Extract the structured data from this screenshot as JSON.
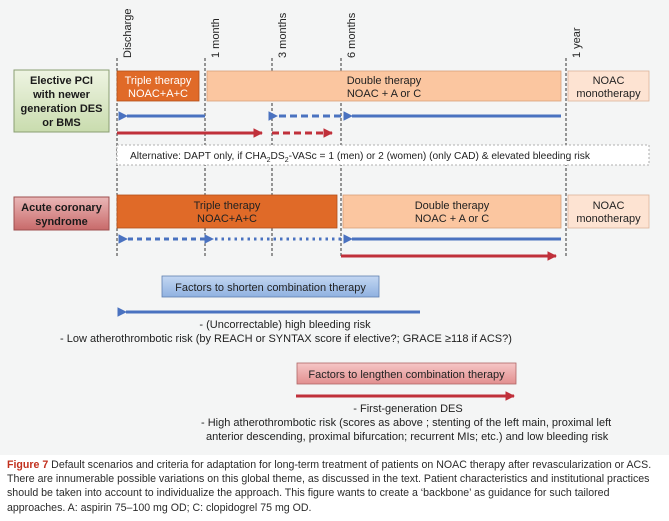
{
  "timeline": {
    "discharge": "Discharge",
    "m1": "1 month",
    "m3": "3 months",
    "m6": "6 months",
    "y1": "1 year"
  },
  "pci": {
    "label_l1": "Elective PCI",
    "label_l2": "with newer",
    "label_l3": "generation DES",
    "label_l4": "or BMS",
    "triple_title": "Triple therapy",
    "triple_sub": "NOAC+A+C",
    "double_title": "Double therapy",
    "double_sub": "NOAC + A or C",
    "noac_l1": "NOAC",
    "noac_l2": "monotherapy"
  },
  "alternative": {
    "pre": "Alternative: DAPT only, if CHA",
    "sub1": "2",
    "mid1": "DS",
    "sub2": "2",
    "post": "-VASc = 1 (men) or 2 (women) (only CAD) & elevated bleeding risk"
  },
  "acs": {
    "label_l1": "Acute coronary",
    "label_l2": "syndrome",
    "triple_title": "Triple therapy",
    "triple_sub": "NOAC+A+C",
    "double_title": "Double therapy",
    "double_sub": "NOAC + A or C",
    "noac_l1": "NOAC",
    "noac_l2": "monotherapy"
  },
  "shorten": {
    "title": "Factors to shorten combination therapy",
    "line1": "- (Uncorrectable) high bleeding risk",
    "line2": "- Low atherothrombotic risk (by REACH or SYNTAX score if elective?; GRACE ≥118 if ACS?)"
  },
  "lengthen": {
    "title": "Factors to lengthen combination therapy",
    "line1": "- First-generation DES",
    "line2": "- High atherothrombotic risk (scores as above ; stenting of the left main, proximal left",
    "line3": "anterior descending, proximal bifurcation; recurrent MIs; etc.) and low bleeding risk"
  },
  "caption": {
    "label": "Figure 7",
    "text": " Default scenarios and criteria for adaptation for long-term treatment of patients on NOAC therapy after revascularization or ACS. There are innumerable possible variations on this global theme, as discussed in the text. Patient characteristics and institutional practices should be taken into account to individualize the approach. This figure wants to create a ‘backbone’ as guidance for such tailored approaches. A: aspirin 75–100 mg OD; C: clopidogrel 75 mg OD."
  },
  "colors": {
    "triple": "#e06a28",
    "double": "#fbc6a0",
    "noac": "#fde3d2",
    "blue_arrow": "#4a72c0",
    "red_arrow": "#c0303a",
    "pci_label_bg": "#dbe8c8",
    "acs_label_bg": "#d88888",
    "shorten_bg": "#a9c4ea",
    "lengthen_bg": "#eeaaaa"
  }
}
